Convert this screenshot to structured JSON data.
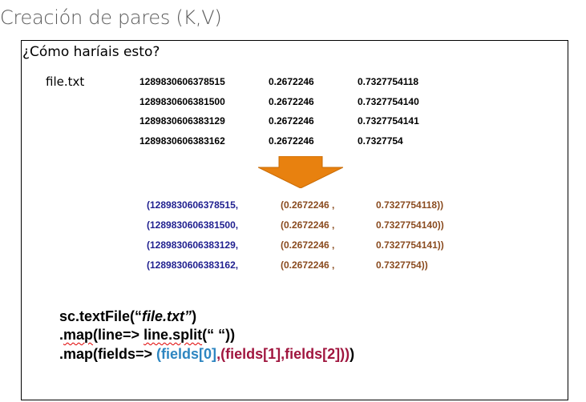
{
  "slide": {
    "title": "Creación de pares (K,V)",
    "question": "¿Cómo haríais esto?",
    "file_label": "file.txt"
  },
  "file_rows": [
    [
      "1289830606378515",
      "0.2672246",
      "0.7327754118"
    ],
    [
      "1289830606381500",
      "0.2672246",
      "0.7327754140"
    ],
    [
      "1289830606383129",
      "0.2672246",
      "0.7327754141"
    ],
    [
      "1289830606383162",
      "0.2672246",
      "0.7327754"
    ]
  ],
  "arrow": {
    "color": "#e8810f",
    "icon": "down-arrow-icon"
  },
  "tuple_rows": [
    [
      "(1289830606378515,",
      "(0.2672246 ,",
      "0.7327754118))"
    ],
    [
      "(1289830606381500,",
      "(0.2672246 ,",
      "0.7327754140))"
    ],
    [
      "(1289830606383129,",
      "(0.2672246 ,",
      "0.7327754141))"
    ],
    [
      "(1289830606383162,",
      "(0.2672246 ,",
      "0.7327754))"
    ]
  ],
  "code": {
    "line1_a": "sc.textFile",
    "line1_b": "(“",
    "line1_c": "file.txt”",
    "line1_d": ")",
    "line2_a": ".",
    "line2_b": "map",
    "line2_c": "(line=> ",
    "line2_d": "line.split",
    "line2_e": "(“ “))",
    "line3_a": ".map(fields=>  ",
    "line3_b": "(fields[0]",
    "line3_c": ",",
    "line3_d": "(fields[1],fields[2]",
    "line3_e": "))",
    "line3_f": ")"
  }
}
